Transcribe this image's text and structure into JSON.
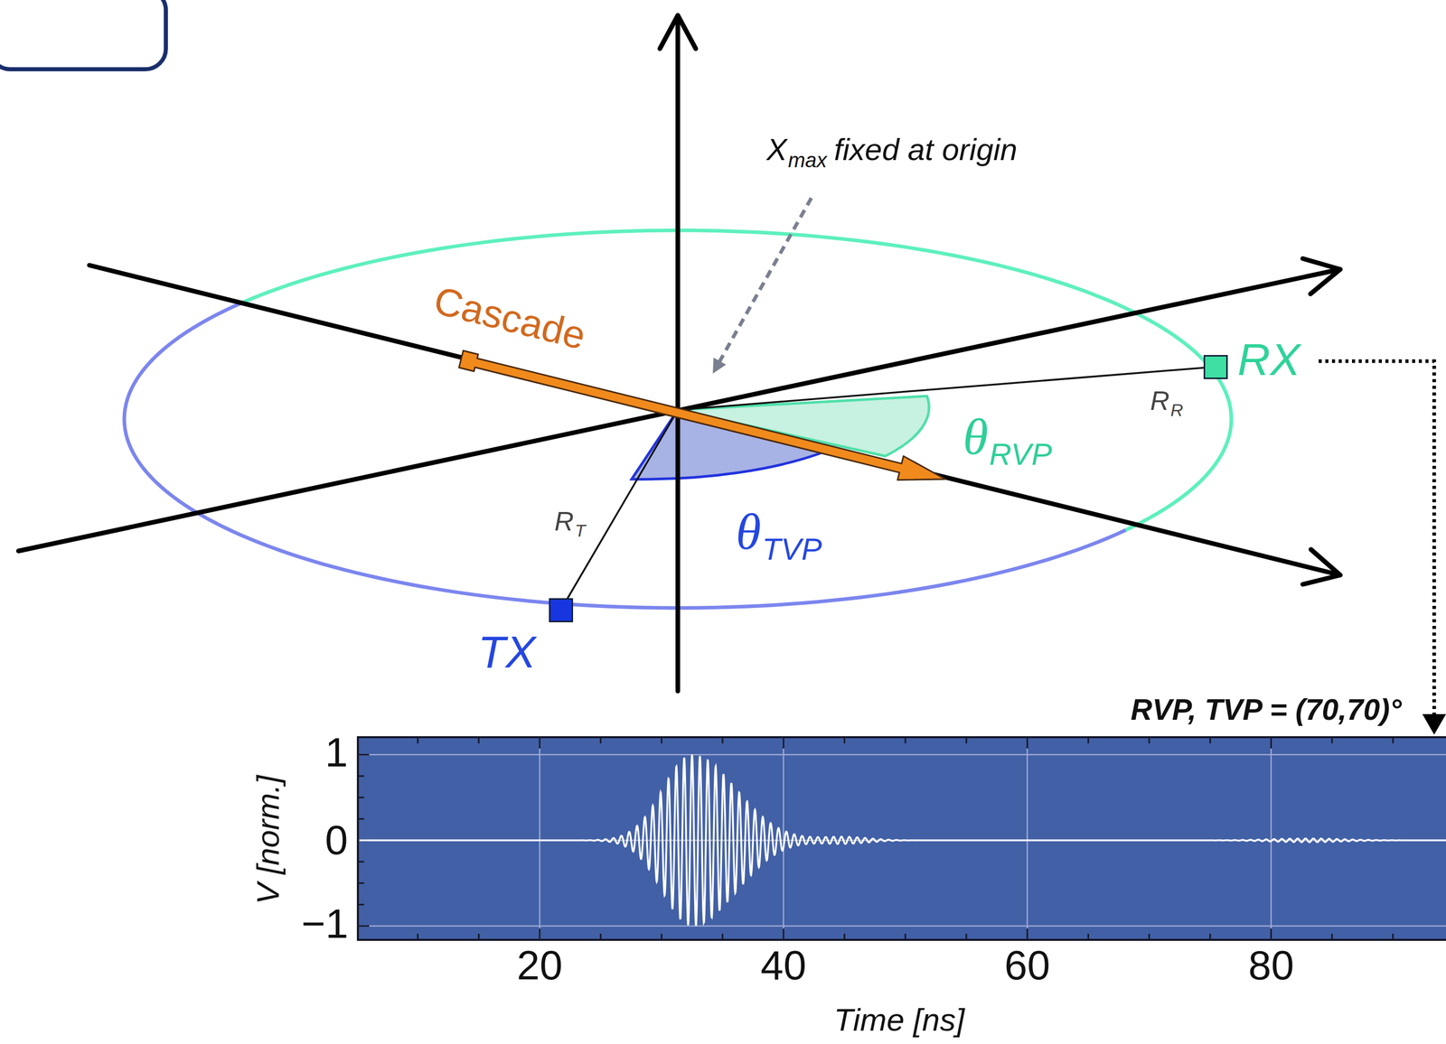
{
  "diagram": {
    "nodes": [
      {
        "text": [
          "RX"
        ]
      },
      {
        "text": [
          "TX"
        ]
      }
    ],
    "labels": [
      "Cascade",
      "X",
      "max",
      "fixed at origin",
      "R",
      "R",
      "θ",
      "RVP",
      "R",
      "T",
      "θ",
      "TVP",
      "RVP, TVP = (70,70)°",
      "1",
      "0",
      "−1",
      "20",
      "40",
      "60",
      "80",
      "V [norm.]",
      "Time [ns]"
    ]
  }
}
